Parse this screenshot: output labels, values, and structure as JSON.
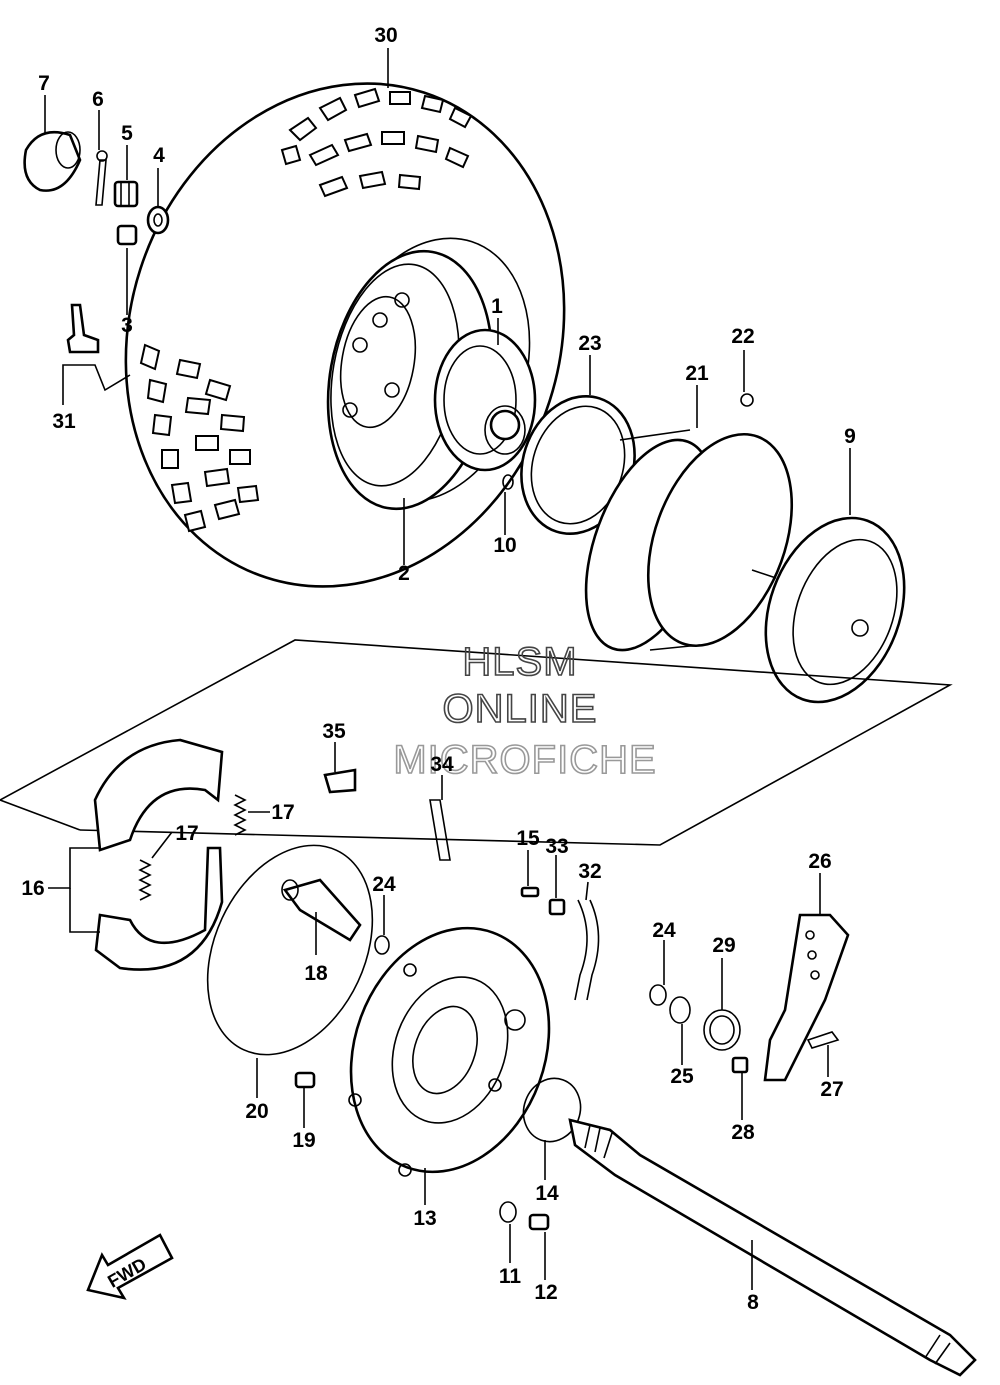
{
  "diagram": {
    "callouts": [
      {
        "id": "c30",
        "label": "30"
      },
      {
        "id": "c7",
        "label": "7"
      },
      {
        "id": "c6",
        "label": "6"
      },
      {
        "id": "c5",
        "label": "5"
      },
      {
        "id": "c4",
        "label": "4"
      },
      {
        "id": "c3",
        "label": "3"
      },
      {
        "id": "c31",
        "label": "31"
      },
      {
        "id": "c1",
        "label": "1"
      },
      {
        "id": "c2",
        "label": "2"
      },
      {
        "id": "c10",
        "label": "10"
      },
      {
        "id": "c23",
        "label": "23"
      },
      {
        "id": "c21",
        "label": "21"
      },
      {
        "id": "c22",
        "label": "22"
      },
      {
        "id": "c9",
        "label": "9"
      },
      {
        "id": "c35",
        "label": "35"
      },
      {
        "id": "c34",
        "label": "34"
      },
      {
        "id": "c17a",
        "label": "17"
      },
      {
        "id": "c17b",
        "label": "17"
      },
      {
        "id": "c16",
        "label": "16"
      },
      {
        "id": "c15",
        "label": "15"
      },
      {
        "id": "c33",
        "label": "33"
      },
      {
        "id": "c32",
        "label": "32"
      },
      {
        "id": "c26",
        "label": "26"
      },
      {
        "id": "c24a",
        "label": "24"
      },
      {
        "id": "c18",
        "label": "18"
      },
      {
        "id": "c24b",
        "label": "24"
      },
      {
        "id": "c29",
        "label": "29"
      },
      {
        "id": "c25",
        "label": "25"
      },
      {
        "id": "c27",
        "label": "27"
      },
      {
        "id": "c28",
        "label": "28"
      },
      {
        "id": "c20",
        "label": "20"
      },
      {
        "id": "c19",
        "label": "19"
      },
      {
        "id": "c13",
        "label": "13"
      },
      {
        "id": "c14",
        "label": "14"
      },
      {
        "id": "c11",
        "label": "11"
      },
      {
        "id": "c12",
        "label": "12"
      },
      {
        "id": "c8",
        "label": "8"
      }
    ],
    "watermark": [
      "HLSM",
      "ONLINE",
      "MICROFICHE"
    ],
    "fwd_label": "FWD"
  }
}
